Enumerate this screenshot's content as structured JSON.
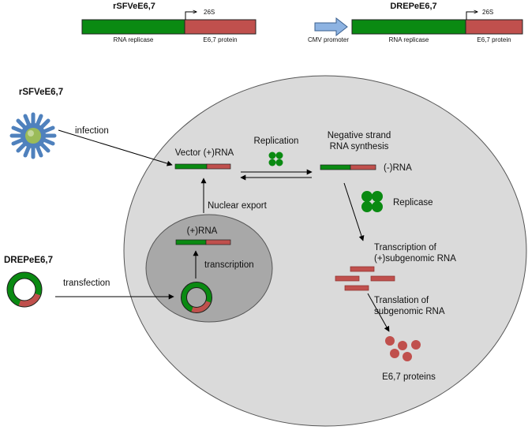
{
  "constructs": {
    "rsfv": {
      "title": "rSFVeE6,7",
      "promoter_26s": "26S",
      "replicase_label": "RNA replicase",
      "protein_label": "E6,7 protein"
    },
    "drep": {
      "title": "DREPeE6,7",
      "promoter_26s": "26S",
      "cmv_label": "CMV promoter",
      "replicase_label": "RNA replicase",
      "protein_label": "E6,7 protein"
    }
  },
  "left": {
    "rsfv_label": "rSFVeE6,7",
    "infection_label": "infection",
    "drep_label": "DREPeE6,7",
    "transfection_label": "transfection"
  },
  "cell": {
    "vector_rna_label": "Vector (+)RNA",
    "replication_label": "Replication",
    "negative_strand_label_1": "Negative strand",
    "negative_strand_label_2": "RNA synthesis",
    "minus_rna_label": "(-)RNA",
    "replicase_label": "Replicase",
    "nuclear_export_label": "Nuclear export",
    "nucleus_plus_rna_label": "(+)RNA",
    "transcription_label": "transcription",
    "transcription_of_1": "Transcription of",
    "transcription_of_2": "(+)subgenomic RNA",
    "translation_of_1": "Translation of",
    "translation_of_2": "subgenomic RNA",
    "proteins_label": "E6,7 proteins"
  },
  "colors": {
    "replicase_green": "#0a8a12",
    "protein_red": "#c0504d",
    "cmv_blue": "#8db3e2",
    "cell_fill": "#dadada",
    "nucleus_fill": "#a8a8a8",
    "virus_blue": "#4f81bd",
    "virus_green": "#9bbb59"
  },
  "icons": [
    "promoter-arrow-icon",
    "virus-icon",
    "plasmid-icon",
    "replicase-cluster-icon",
    "protein-dot-icon"
  ]
}
